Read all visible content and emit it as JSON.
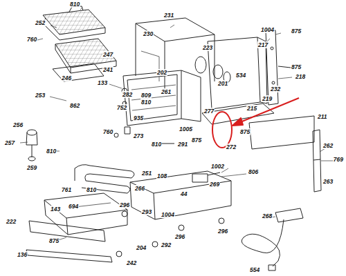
{
  "diagram": {
    "labels": [
      "252",
      "810",
      "760",
      "247",
      "241",
      "246",
      "133",
      "253",
      "862",
      "282",
      "752",
      "202",
      "809",
      "810",
      "261",
      "935",
      "231",
      "230",
      "223",
      "534",
      "201",
      "1004",
      "875",
      "217",
      "875",
      "218",
      "232",
      "219",
      "215",
      "211",
      "277",
      "272",
      "875",
      "262",
      "769",
      "263",
      "1005",
      "875",
      "256",
      "257",
      "810",
      "259",
      "760",
      "273",
      "810",
      "291",
      "251",
      "810",
      "1002",
      "806",
      "108",
      "266",
      "269",
      "44",
      "761",
      "694",
      "143",
      "222",
      "875",
      "136",
      "296",
      "293",
      "1004",
      "296",
      "296",
      "204",
      "292",
      "242",
      "268",
      "554"
    ]
  }
}
